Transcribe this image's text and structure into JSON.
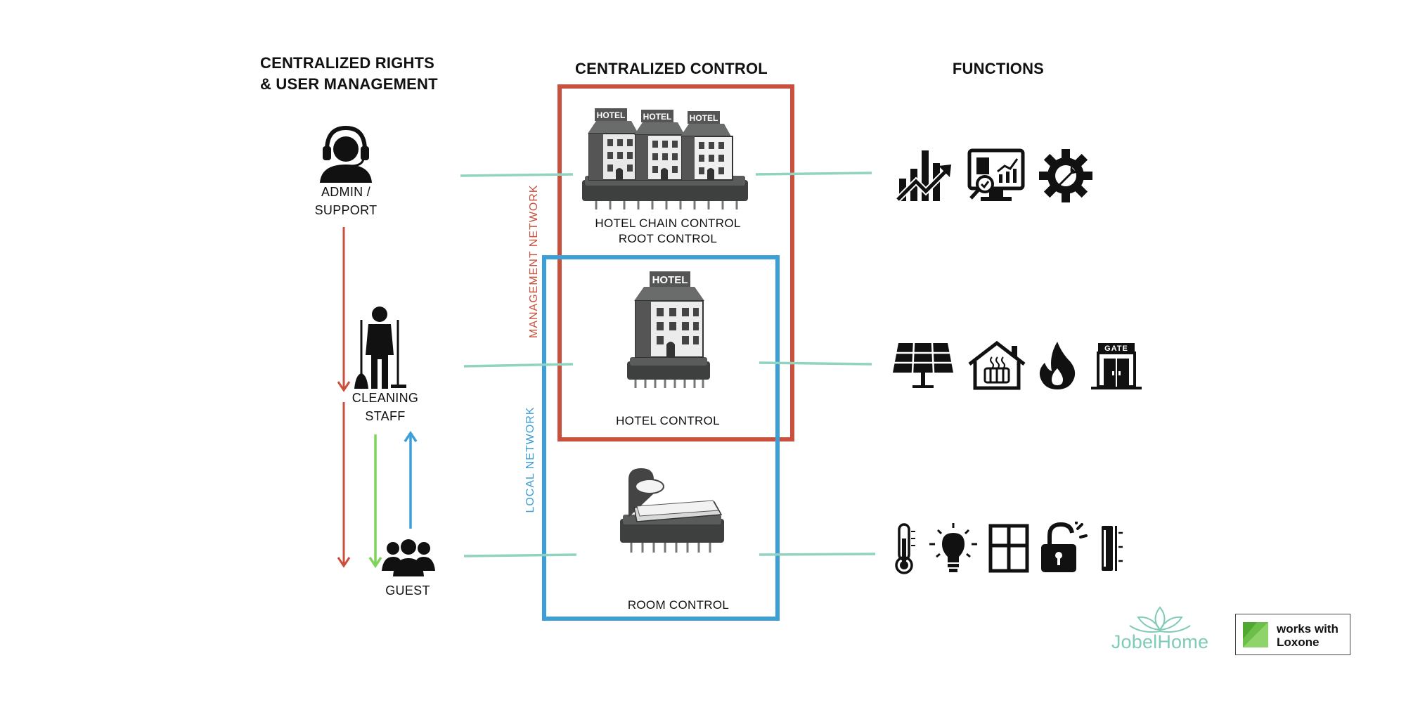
{
  "headings": {
    "rights": [
      "CENTRALIZED RIGHTS",
      "& USER MANAGEMENT"
    ],
    "control": "CENTRALIZED CONTROL",
    "functions": "FUNCTIONS"
  },
  "roles": {
    "admin": [
      "ADMIN /",
      "SUPPORT"
    ],
    "cleaning": [
      "CLEANING",
      "STAFF"
    ],
    "guest": "GUEST"
  },
  "controls": {
    "chain": [
      "HOTEL CHAIN CONTROL",
      "ROOT CONTROL"
    ],
    "hotel": "HOTEL CONTROL",
    "room": "ROOM CONTROL",
    "hotel_sign": "HOTEL"
  },
  "networks": {
    "management": "MANAGEMENT NETWORK",
    "local": "LOCAL NETWORK"
  },
  "functions": {
    "row1": [
      "chart-growth-icon",
      "monitor-analytics-icon",
      "gear-wrench-icon"
    ],
    "row2": [
      "solar-panel-icon",
      "house-heating-icon",
      "flame-icon",
      "gate-icon"
    ],
    "row3": [
      "thermometer-icon",
      "light-bulb-icon",
      "window-icon",
      "unlocked-padlock-icon",
      "door-sensor-icon"
    ],
    "gate_sign": "GATE"
  },
  "branding": {
    "jobelhome": "JobelHome",
    "loxone": [
      "works with",
      "Loxone"
    ]
  },
  "colors": {
    "management": "#c9503c",
    "local": "#3c9fd8",
    "connector": "#8fd3c0",
    "guest_arrow_down": "#7ed35a",
    "guest_arrow_up": "#3c9fd8"
  }
}
